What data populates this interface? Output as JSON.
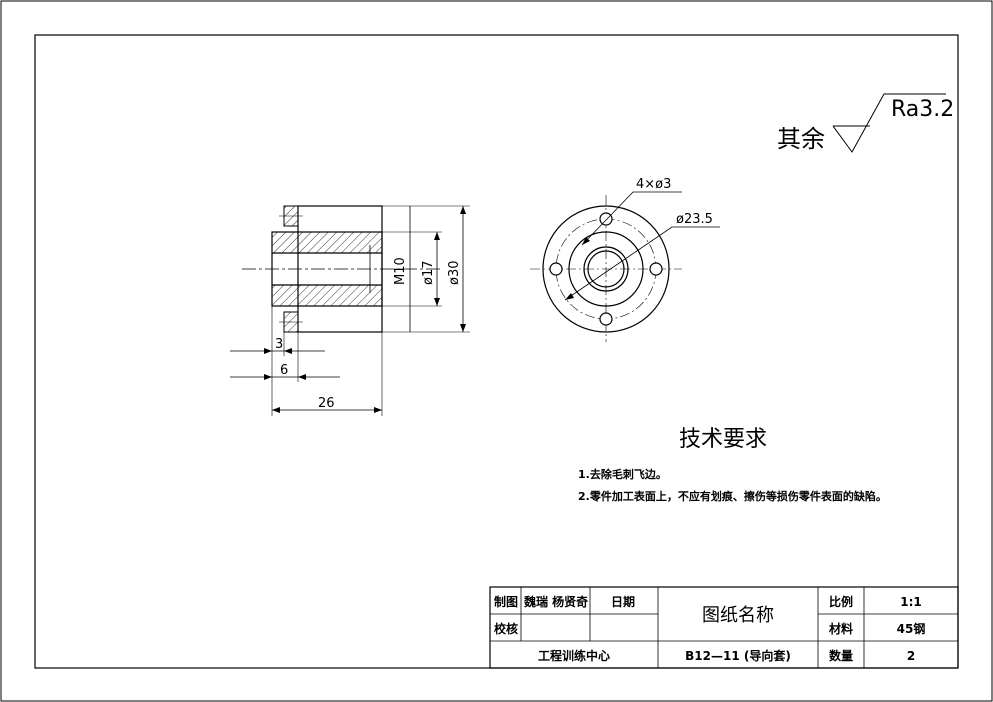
{
  "surface_finish": {
    "label": "其余",
    "value": "Ra3.2"
  },
  "front_view": {
    "dims": {
      "d_3": "3",
      "d_6": "6",
      "d_26": "26",
      "thread": "M10",
      "dia_17": "ø17",
      "dia_30": "ø30"
    }
  },
  "side_view": {
    "holes_label": "4×ø3",
    "pcd_label": "ø23.5"
  },
  "requirements": {
    "title": "技术要求",
    "items": [
      "1.去除毛刺飞边。",
      "2.零件加工表面上，不应有划痕、擦伤等损伤零件表面的缺陷。"
    ]
  },
  "title_block": {
    "drawn_label": "制图",
    "drawn_by": "魏瑞 杨贤奇",
    "date_label": "日期",
    "checked_label": "校核",
    "org": "工程训练中心",
    "drawing_name": "图纸名称",
    "drawing_no": "B12—11 (导向套)",
    "scale_label": "比例",
    "scale": "1:1",
    "material_label": "材料",
    "material": "45钢",
    "qty_label": "数量",
    "qty": "2"
  }
}
